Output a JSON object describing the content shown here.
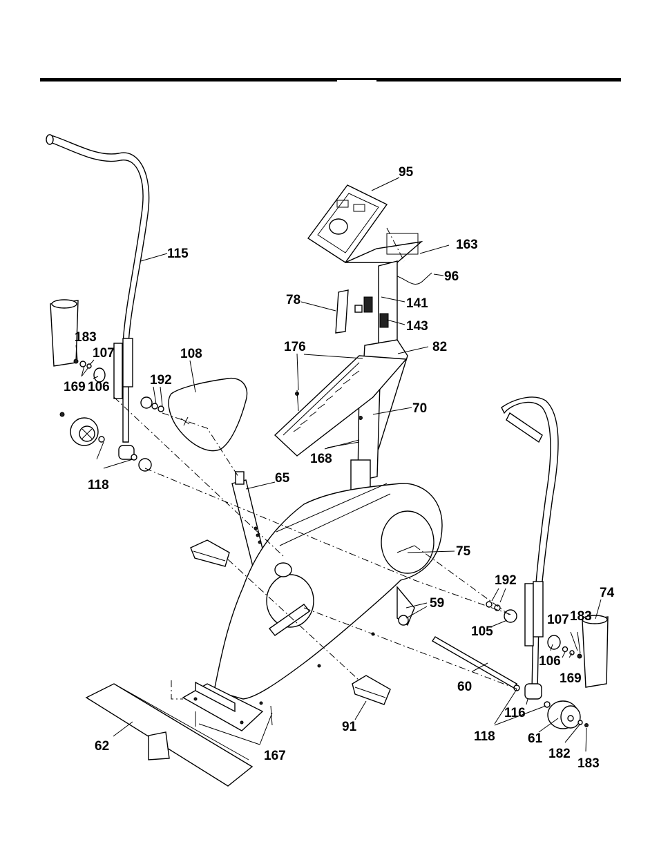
{
  "callouts": {
    "c95": "95",
    "c163": "163",
    "c96": "96",
    "c115": "115",
    "c78": "78",
    "c141": "141",
    "c143": "143",
    "c176": "176",
    "c82": "82",
    "c183a": "183",
    "c107a": "107",
    "c169a": "169",
    "c106a": "106",
    "c108": "108",
    "c192a": "192",
    "c70": "70",
    "c168": "168",
    "c118a": "118",
    "c65": "65",
    "c75": "75",
    "c192b": "192",
    "c59": "59",
    "c74": "74",
    "c105": "105",
    "c107b": "107",
    "c183b": "183",
    "c106b": "106",
    "c169b": "169",
    "c60": "60",
    "c116": "116",
    "c118b": "118",
    "c61": "61",
    "c182": "182",
    "c183c": "183",
    "c91": "91",
    "c62": "62",
    "c167": "167"
  }
}
